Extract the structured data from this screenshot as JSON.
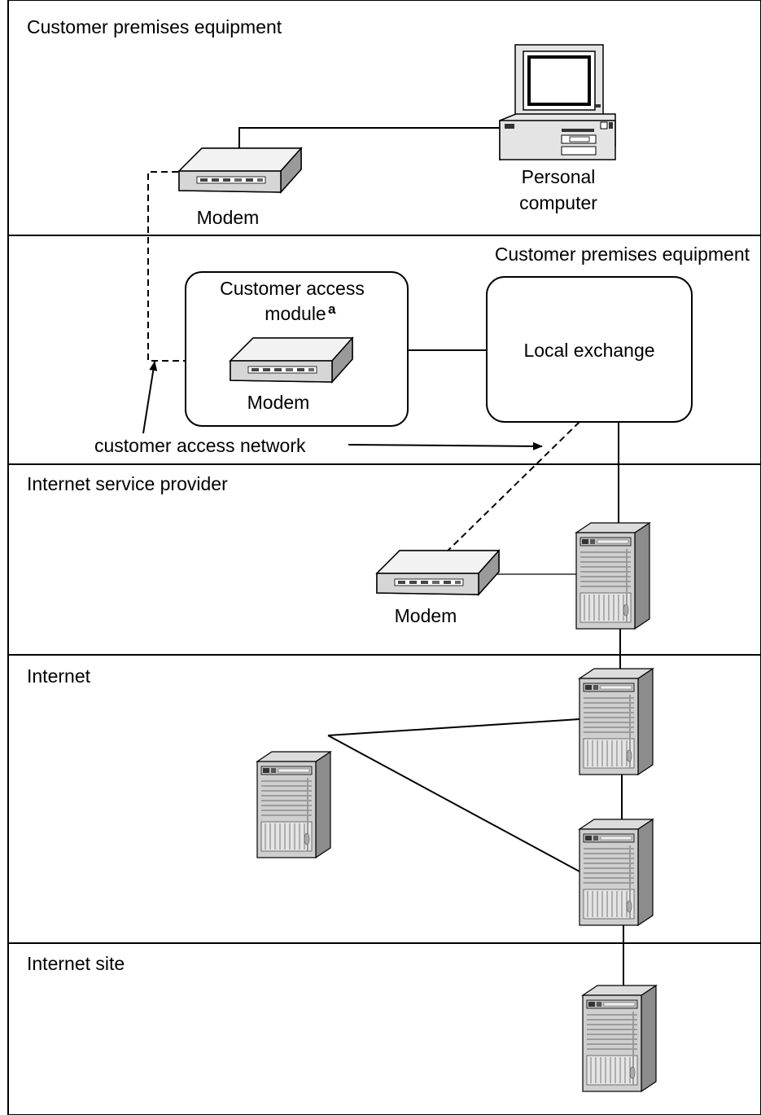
{
  "sections": [
    {
      "id": "cpe",
      "title": "Customer premises equipment"
    },
    {
      "id": "exchange",
      "title": "Customer premises equipment"
    },
    {
      "id": "isp",
      "title": "Internet service provider"
    },
    {
      "id": "internet",
      "title": "Internet"
    },
    {
      "id": "site",
      "title": "Internet site"
    }
  ],
  "labels": {
    "modem_cpe": "Modem",
    "pc_line1": "Personal",
    "pc_line2": "computer",
    "cam_line1": "Customer access",
    "cam_line2": "module",
    "cam_superscript": "a",
    "modem_cam": "Modem",
    "local_exchange": "Local exchange",
    "customer_access_network": "customer access network",
    "modem_isp": "Modem"
  },
  "icons": {
    "modem": "modem-icon",
    "computer": "personal-computer-icon",
    "server": "server-icon"
  },
  "colors": {
    "line": "#000000",
    "device_light": "#e8e8e8",
    "device_mid": "#c4c4c4",
    "device_dark": "#8c8c8c"
  }
}
